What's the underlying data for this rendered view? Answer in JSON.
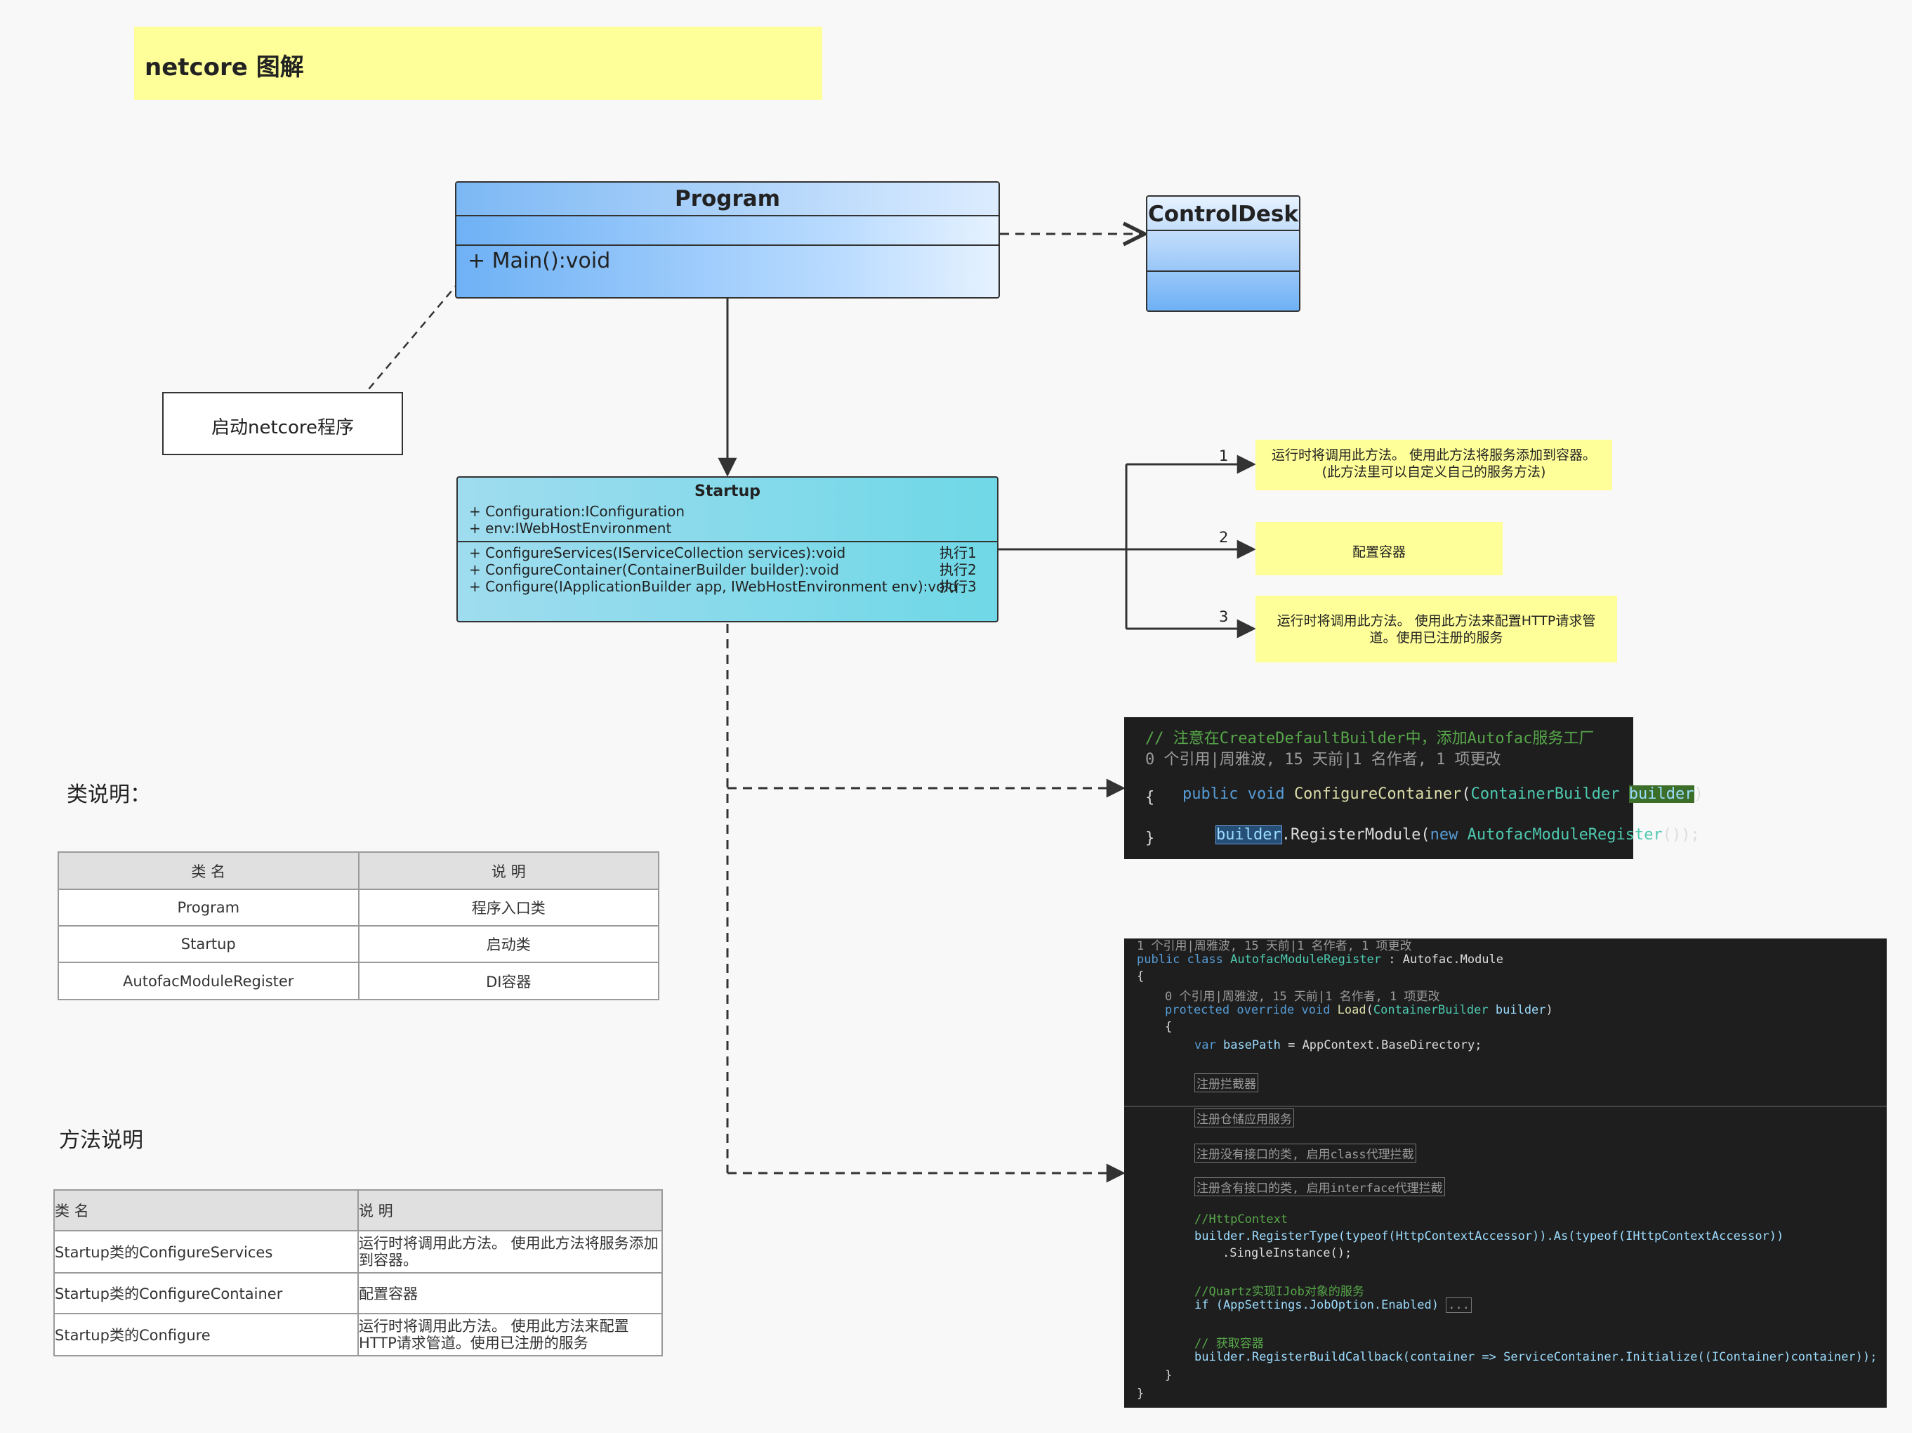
{
  "title": "netcore 图解",
  "program": {
    "name": "Program",
    "method": "+ Main():void"
  },
  "controldesk": {
    "name": "ControlDesk"
  },
  "startup_note": "启动netcore程序",
  "startup": {
    "name": "Startup",
    "attributes": [
      "+ Configuration:IConfiguration",
      "+ env:IWebHostEnvironment"
    ],
    "methods": [
      {
        "sig": "+ ConfigureServices(IServiceCollection services):void",
        "tag": "执行1"
      },
      {
        "sig": "+ ConfigureContainer(ContainerBuilder builder):void",
        "tag": "执行2"
      },
      {
        "sig": "+ Configure(IApplicationBuilder app, IWebHostEnvironment env):void",
        "tag": "执行3"
      }
    ]
  },
  "notes": [
    {
      "num": "1",
      "text": "运行时将调用此方法。 使用此方法将服务添加到容器。(此方法里可以自定义自己的服务方法)"
    },
    {
      "num": "2",
      "text": "配置容器"
    },
    {
      "num": "3",
      "text": "运行时将调用此方法。 使用此方法来配置HTTP请求管道。使用已注册的服务"
    }
  ],
  "code1": {
    "comment": "// 注意在CreateDefaultBuilder中，添加Autofac服务工厂",
    "meta": "0 个引用|周雅波, 15 天前|1 名作者, 1 项更改",
    "sig_kw": "public void",
    "sig_fn": "ConfigureContainer",
    "sig_type": "ContainerBuilder",
    "sig_param": "builder",
    "open": "{",
    "body_obj": "builder",
    "body_call": ".RegisterModule(",
    "body_new": "new",
    "body_type": "AutofacModuleRegister",
    "body_end": "());",
    "close": "}"
  },
  "code2": {
    "meta0": "1 个引用|周雅波, 15 天前|1 名作者, 1 项更改",
    "class_kw": "public class",
    "class_name": "AutofacModuleRegister",
    "class_base": " : Autofac.Module",
    "open": "{",
    "meta1": "0 个引用|周雅波, 15 天前|1 名作者, 1 项更改",
    "load_kw": "protected override void",
    "load_fn": "Load",
    "load_type": "ContainerBuilder",
    "load_param": "builder",
    "open2": "{",
    "var_kw": "var",
    "var_name": "basePath",
    "var_val": " = AppContext.BaseDirectory;",
    "region1": "注册拦截器",
    "region2": "注册仓储应用服务",
    "region3": "注册没有接口的类, 启用class代理拦截",
    "region4": "注册含有接口的类, 启用interface代理拦截",
    "c_http": "//HttpContext",
    "reg_line": "builder.RegisterType(typeof(HttpContextAccessor)).As(typeof(IHttpContextAccessor))",
    "single": ".SingleInstance();",
    "c_quartz": "//Quartz实现IJob对象的服务",
    "if_line": "if (AppSettings.JobOption.Enabled)",
    "dots": "...",
    "c_get": "// 获取容器",
    "cb_line": "builder.RegisterBuildCallback(container => ServiceContainer.Initialize((IContainer)container));",
    "close2": "}",
    "close": "}"
  },
  "class_heading": "类说明：",
  "class_table": {
    "headers": [
      "类 名",
      "说 明"
    ],
    "rows": [
      [
        "Program",
        "程序入口类"
      ],
      [
        "Startup",
        "启动类"
      ],
      [
        "AutofacModuleRegister",
        "DI容器"
      ]
    ]
  },
  "method_heading": "方法说明",
  "method_table": {
    "headers": [
      "类 名",
      "说 明"
    ],
    "rows": [
      [
        "Startup类的ConfigureServices",
        "运行时将调用此方法。 使用此方法将服务添加到容器。"
      ],
      [
        "Startup类的ConfigureContainer",
        "配置容器"
      ],
      [
        "Startup类的Configure",
        "运行时将调用此方法。 使用此方法来配置HTTP请求管道。使用已注册的服务"
      ]
    ]
  }
}
